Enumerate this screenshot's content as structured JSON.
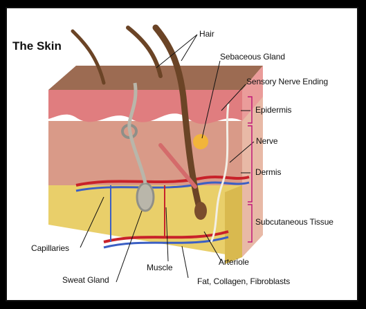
{
  "diagram": {
    "title": "The Skin",
    "labels": {
      "hair": "Hair",
      "sebaceous_gland": "Sebaceous Gland",
      "sensory_nerve_ending": "Sensory Nerve Ending",
      "epidermis": "Epidermis",
      "nerve": "Nerve",
      "dermis": "Dermis",
      "subcutaneous_tissue": "Subcutaneous Tissue",
      "capillaries": "Capillaries",
      "sweat_gland": "Sweat Gland",
      "muscle": "Muscle",
      "arteriole": "Arteriole",
      "fat_collagen_fibroblasts": "Fat, Collagen, Fibroblasts"
    }
  },
  "colors": {
    "surface": "#9c6b52",
    "epidermis": "#e07d7f",
    "dermis": "#d99a88",
    "subcutaneous": "#e9cf6a",
    "artery": "#c8222a",
    "vein": "#3b5fc4",
    "hair": "#6b4426",
    "bracket": "#c0187a"
  }
}
